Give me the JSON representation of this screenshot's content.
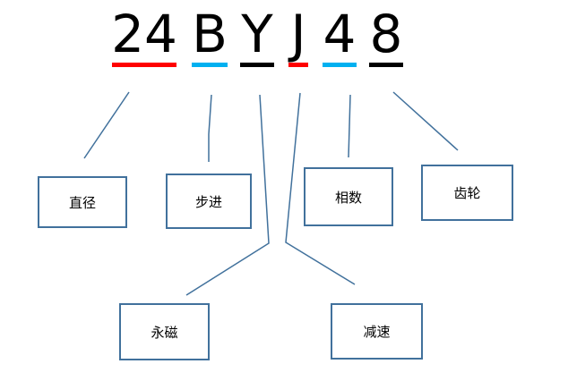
{
  "code": {
    "segments": [
      {
        "text": "24",
        "underline_color": "#ff0000"
      },
      {
        "text": "B",
        "underline_color": "#00b0f0"
      },
      {
        "text": "Y",
        "underline_color": "#000000"
      },
      {
        "text": "J",
        "underline_color": "#ff0000"
      },
      {
        "text": "4",
        "underline_color": "#00b0f0"
      },
      {
        "text": "8",
        "underline_color": "#000000"
      }
    ]
  },
  "labels": {
    "diameter": "直径",
    "stepper": "步进",
    "phases": "相数",
    "gear": "齿轮",
    "permanent_magnet": "永磁",
    "reduction": "减速"
  },
  "colors": {
    "box_border": "#41719c",
    "connector": "#41719c"
  }
}
